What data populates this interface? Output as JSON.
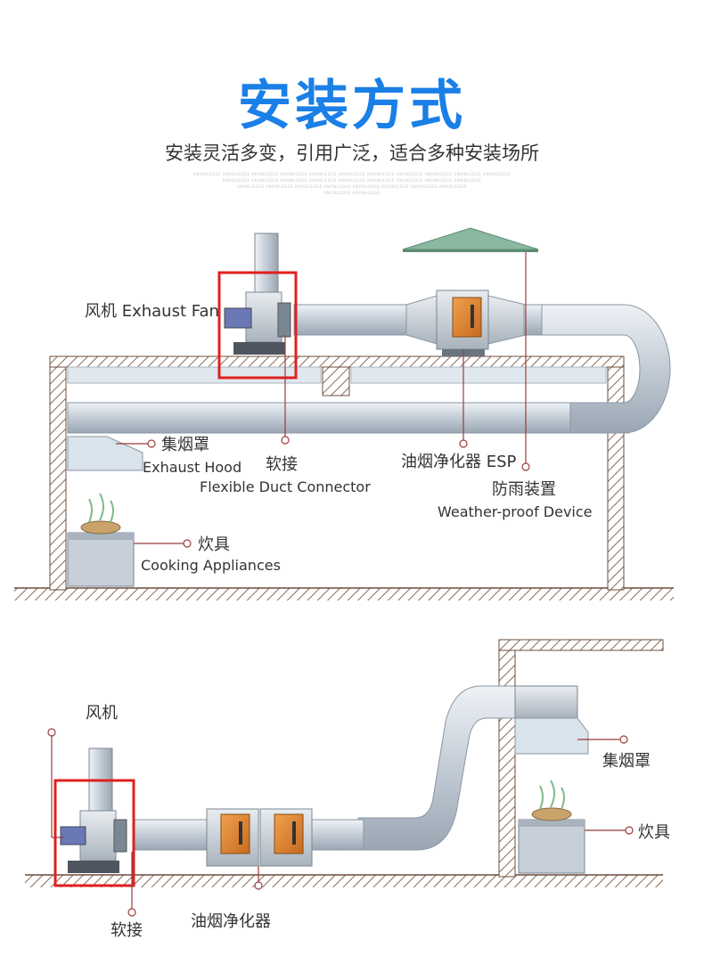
{
  "title": "安装方式",
  "subtitle": "安装灵活多变，引用广泛，适合多种安装场所",
  "fine_print": [
    "KNOWLEDGE KNOWLEDGE KNOWLEDGE KNOWLEDGE KNOWLEDGE KNOWLEDGE KNOWLEDGE KNOWLEDGE KNOWLEDGE KNOWLEDGE KNOWLEDGE",
    "KNOWLEDGE KNOWLEDGE KNOWLEDGE KNOWLEDGE KNOWLEDGE KNOWLEDGE KNOWLEDGE KNOWLEDGE KNOWLEDGE",
    "KNOWLEDGE KNOWLEDGE KNOWLEDGE KNOWLEDGE KNOWLEDGE KNOWLEDGE KNOWLEDGE KNOWLEDGE",
    "KNOWLEDGE KNOWLEDGE"
  ],
  "diagram1": {
    "fan": "风机 Exhaust Fan",
    "hood_cn": "集烟罩",
    "hood_en": "Exhaust Hood",
    "connector_cn": "软接",
    "connector_en": "Flexible Duct Connector",
    "esp": "油烟净化器 ESP",
    "weather_cn": "防雨装置",
    "weather_en": "Weather-proof Device",
    "cooking_cn": "炊具",
    "cooking_en": "Cooking Appliances"
  },
  "diagram2": {
    "fan": "风机",
    "hood": "集烟罩",
    "cooking": "炊具",
    "connector": "软接",
    "esp": "油烟净化器"
  },
  "colors": {
    "title": "#1a7fe6",
    "highlight_box": "#e02020",
    "leader_line": "#9b3b3b",
    "duct": "#c5cdd6",
    "roof": "#8ab8a0"
  }
}
